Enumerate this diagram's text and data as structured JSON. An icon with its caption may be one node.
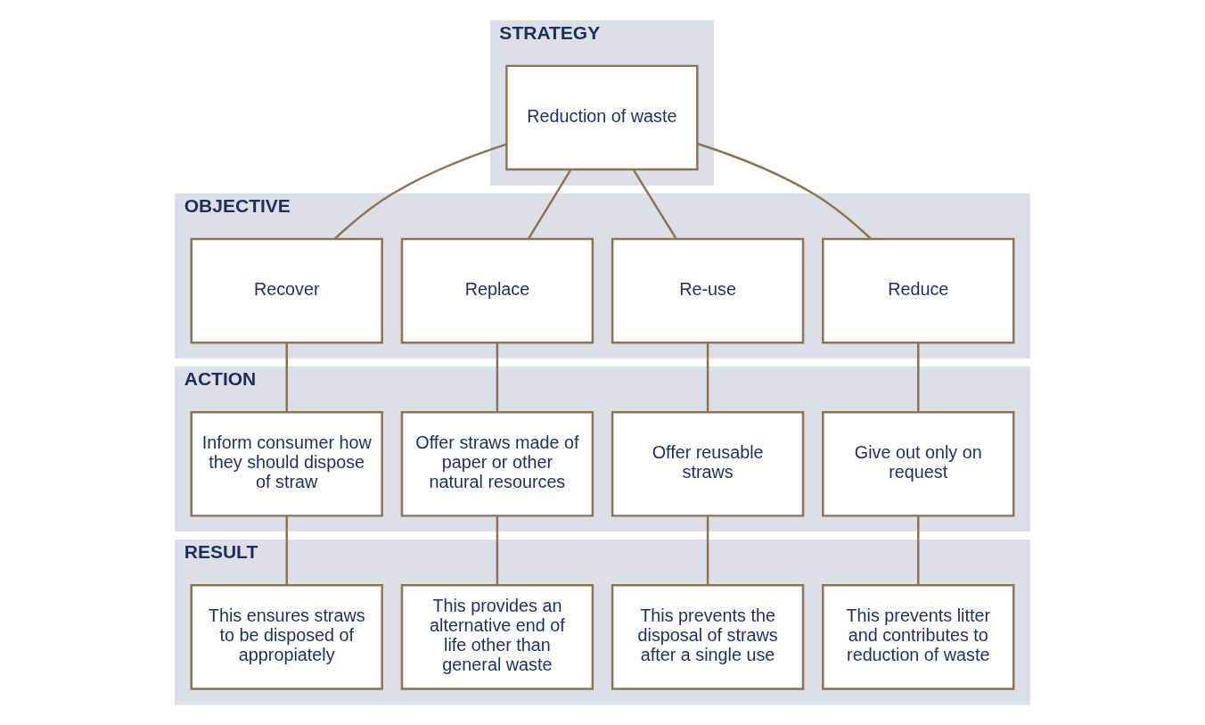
{
  "diagram": {
    "nodes": [
      {
        "text": [
          "STRATEGY"
        ]
      },
      {
        "text": [
          "Reduction of waste"
        ],
        "in": 0
      },
      {
        "text": [
          "OBJECTIVE"
        ]
      },
      {
        "text": [
          "Reduce"
        ],
        "in": 2
      },
      {
        "text": [
          "Re-use"
        ],
        "in": 2
      },
      {
        "text": [
          "Replace"
        ],
        "in": 2
      },
      {
        "text": [
          "Recover"
        ],
        "in": 2
      },
      {
        "text": [
          "ACTION"
        ]
      },
      {
        "text": [
          "Give out only on request"
        ],
        "in": 7
      },
      {
        "text": [
          "Offer reusable straws"
        ],
        "in": 7
      },
      {
        "text": [
          "Offer straws made of paper or other natural resources"
        ],
        "in": 7
      },
      {
        "text": [
          "Inform consumer how they should dispose of straw"
        ],
        "in": 7
      },
      {
        "text": [
          "RESULT"
        ]
      },
      {
        "text": [
          "This prevents litter and contributes to reduction of waste"
        ],
        "in": 12
      },
      {
        "text": [
          "This prevents the disposal of straws after a single use"
        ],
        "in": 12
      },
      {
        "text": [
          "This provides an alternative end of life other than general waste"
        ],
        "in": 12
      },
      {
        "text": [
          "This ensures straws to be disposed of appropiately"
        ],
        "in": 12
      }
    ],
    "edges": [
      {
        "from": 1,
        "to": 3,
        "arrow": "none"
      },
      {
        "from": 1,
        "to": 4,
        "arrow": "none"
      },
      {
        "from": 1,
        "to": 5,
        "arrow": "none"
      },
      {
        "from": 1,
        "to": 6,
        "arrow": "none"
      },
      {
        "from": 3,
        "to": 8,
        "arrow": "none"
      },
      {
        "from": 4,
        "to": 9,
        "arrow": "none"
      },
      {
        "from": 5,
        "to": 10,
        "arrow": "none"
      },
      {
        "from": 6,
        "to": 11,
        "arrow": "none"
      },
      {
        "from": 8,
        "to": 13,
        "arrow": "none"
      },
      {
        "from": 9,
        "to": 14,
        "arrow": "none"
      },
      {
        "from": 10,
        "to": 15,
        "arrow": "none"
      },
      {
        "from": 11,
        "to": 16,
        "arrow": "none"
      }
    ]
  }
}
